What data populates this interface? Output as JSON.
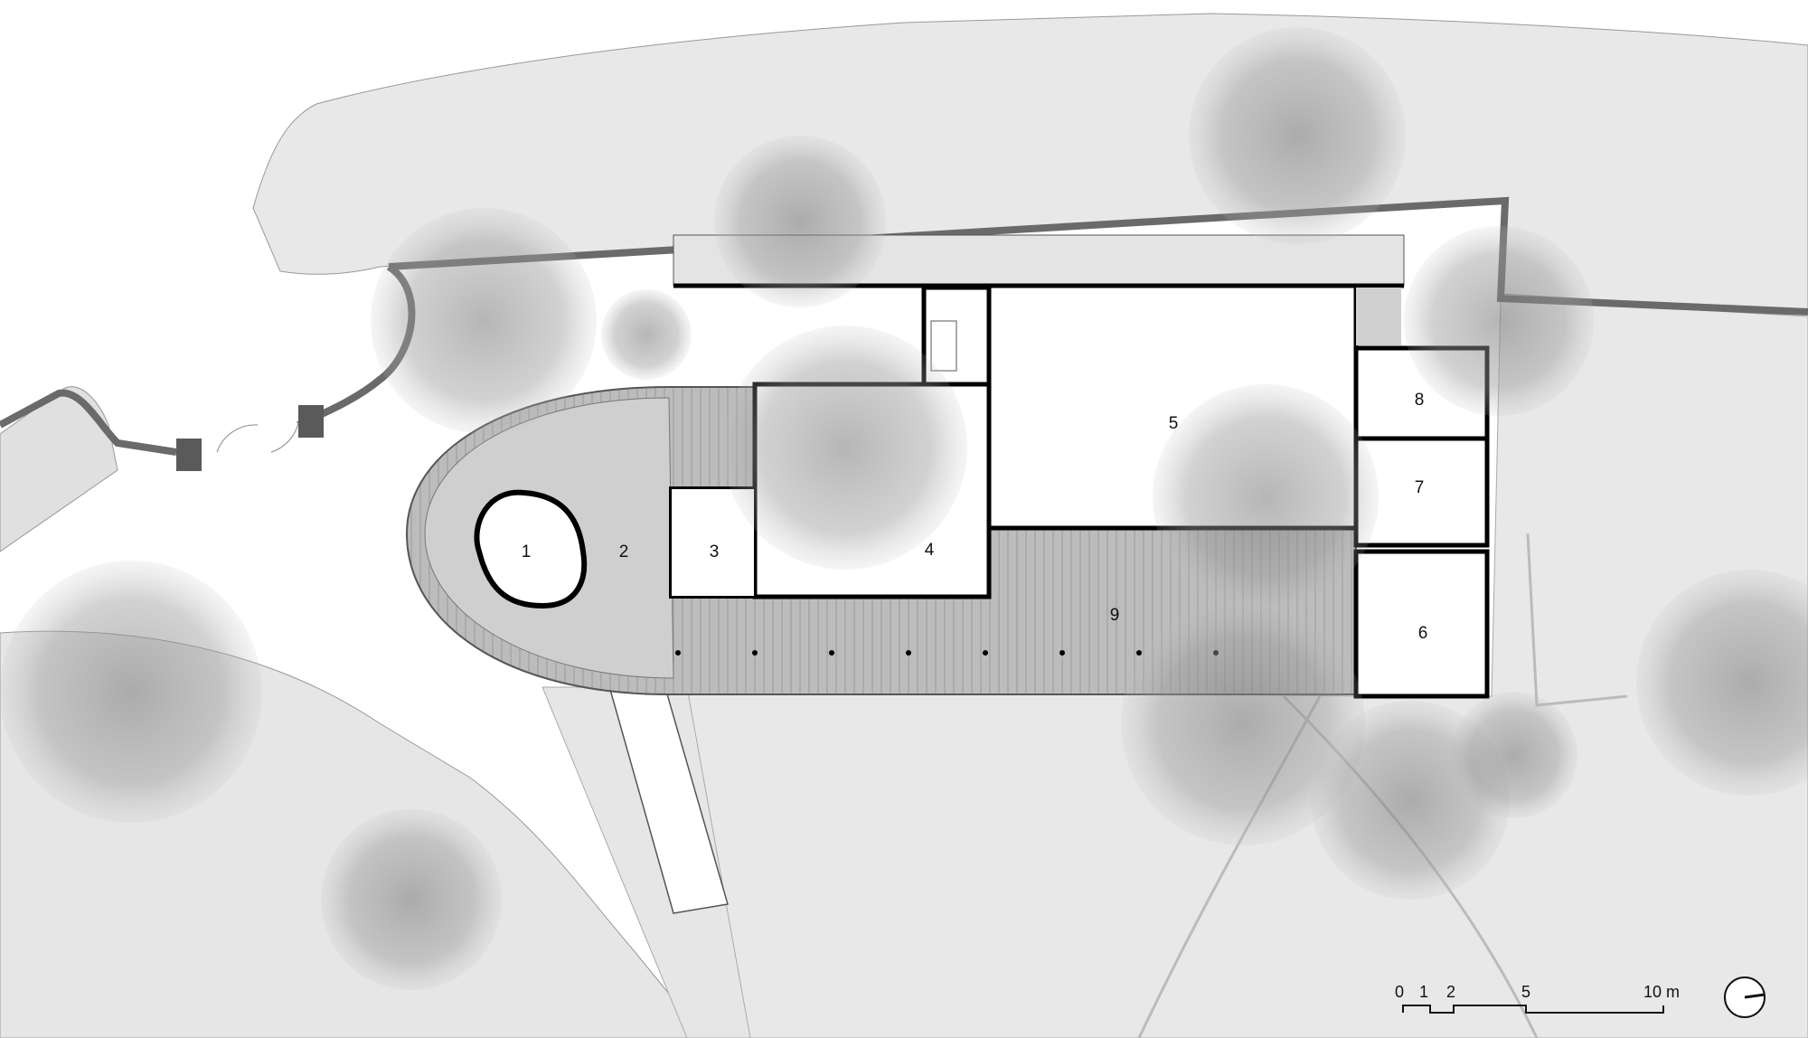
{
  "rooms": [
    {
      "id": "1",
      "label": "1"
    },
    {
      "id": "2",
      "label": "2"
    },
    {
      "id": "3",
      "label": "3"
    },
    {
      "id": "4",
      "label": "4"
    },
    {
      "id": "5",
      "label": "5"
    },
    {
      "id": "6",
      "label": "6"
    },
    {
      "id": "7",
      "label": "7"
    },
    {
      "id": "8",
      "label": "8"
    },
    {
      "id": "9",
      "label": "9"
    }
  ],
  "scale_bar": {
    "ticks": [
      "0",
      "1",
      "2",
      "5",
      "10 m"
    ]
  },
  "north_arrow": {
    "icon": "north-arrow-icon"
  },
  "colors": {
    "ground": "#e6e6e6",
    "path": "#ffffff",
    "terrace": "#bdbdbd",
    "wall": "#000000",
    "tree": "#8a8a8a"
  }
}
